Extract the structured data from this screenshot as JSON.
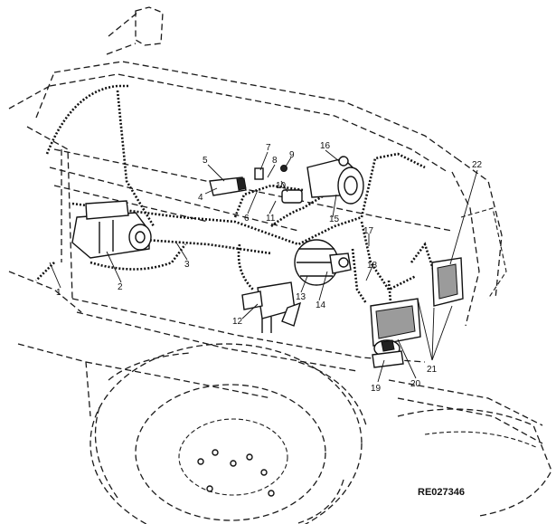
{
  "figure": {
    "reference_code": "RE027346",
    "callouts": [
      "1",
      "2",
      "3",
      "4",
      "5",
      "6",
      "7",
      "8",
      "9",
      "10",
      "11",
      "12",
      "13",
      "14",
      "15",
      "16",
      "17",
      "18",
      "19",
      "20",
      "21",
      "22"
    ]
  },
  "parts": [
    {
      "callout": "1",
      "icon": "harness-end"
    },
    {
      "callout": "2",
      "icon": "starter-motor"
    },
    {
      "callout": "3",
      "icon": "wire-harness"
    },
    {
      "callout": "4",
      "icon": "relay-module"
    },
    {
      "callout": "5",
      "icon": "wire-lead"
    },
    {
      "callout": "6",
      "icon": "clamp"
    },
    {
      "callout": "7",
      "icon": "connector"
    },
    {
      "callout": "8",
      "icon": "connector"
    },
    {
      "callout": "9",
      "icon": "bolt"
    },
    {
      "callout": "10",
      "icon": "fuse-holder"
    },
    {
      "callout": "11",
      "icon": "clip"
    },
    {
      "callout": "12",
      "icon": "solenoid"
    },
    {
      "callout": "13",
      "icon": "alternator-lead"
    },
    {
      "callout": "14",
      "icon": "alternator"
    },
    {
      "callout": "15",
      "icon": "horn-bracket"
    },
    {
      "callout": "16",
      "icon": "horn"
    },
    {
      "callout": "17",
      "icon": "harness-branch"
    },
    {
      "callout": "18",
      "icon": "connector"
    },
    {
      "callout": "19",
      "icon": "sensor"
    },
    {
      "callout": "20",
      "icon": "headlight"
    },
    {
      "callout": "21",
      "icon": "lamp-connector"
    },
    {
      "callout": "22",
      "icon": "headlight"
    }
  ]
}
